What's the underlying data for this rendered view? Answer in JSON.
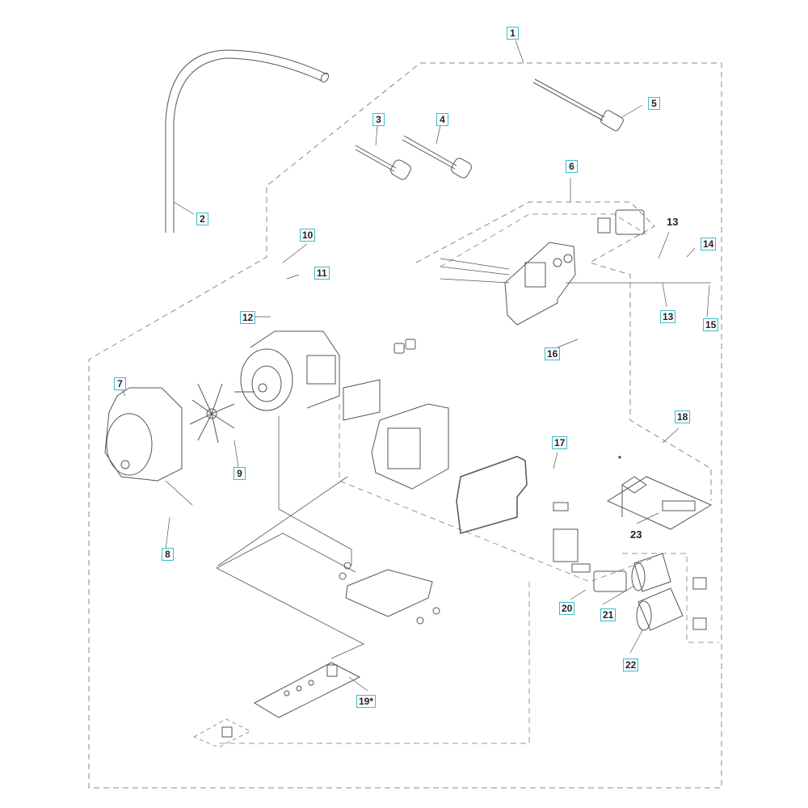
{
  "diagram": {
    "title": "Exploded parts diagram - electric motor assembly",
    "accent_color": "#3bbccc",
    "callouts": [
      {
        "id": "c1",
        "label": "1",
        "boxed": true,
        "part": "assembly-group"
      },
      {
        "id": "c2",
        "label": "2",
        "boxed": true,
        "part": "hose"
      },
      {
        "id": "c3",
        "label": "3",
        "boxed": true,
        "part": "power-cord-plug"
      },
      {
        "id": "c4",
        "label": "4",
        "boxed": true,
        "part": "power-cord-plug"
      },
      {
        "id": "c5",
        "label": "5",
        "boxed": true,
        "part": "power-cord-connector"
      },
      {
        "id": "c6",
        "label": "6",
        "boxed": true,
        "part": "switch-box-group"
      },
      {
        "id": "c7",
        "label": "7",
        "boxed": true,
        "part": "fan-cover"
      },
      {
        "id": "c8",
        "label": "8",
        "boxed": true,
        "part": "screw"
      },
      {
        "id": "c9",
        "label": "9",
        "boxed": true,
        "part": "fan"
      },
      {
        "id": "c10",
        "label": "10",
        "boxed": true,
        "part": "screw"
      },
      {
        "id": "c11",
        "label": "11",
        "boxed": true,
        "part": "lifting-eye"
      },
      {
        "id": "c12",
        "label": "12",
        "boxed": true,
        "part": "washer"
      },
      {
        "id": "c13a",
        "label": "13",
        "boxed": false,
        "part": "o-ring"
      },
      {
        "id": "c13b",
        "label": "13",
        "boxed": true,
        "part": "o-ring"
      },
      {
        "id": "c14",
        "label": "14",
        "boxed": true,
        "part": "knob"
      },
      {
        "id": "c15",
        "label": "15",
        "boxed": true,
        "part": "screw"
      },
      {
        "id": "c16",
        "label": "16",
        "boxed": true,
        "part": "screw"
      },
      {
        "id": "c17",
        "label": "17",
        "boxed": true,
        "part": "screw"
      },
      {
        "id": "c18",
        "label": "18",
        "boxed": true,
        "part": "terminal-kit-group"
      },
      {
        "id": "c19",
        "label": "19*",
        "boxed": true,
        "part": "switch-kit"
      },
      {
        "id": "c20",
        "label": "20",
        "boxed": true,
        "part": "relay"
      },
      {
        "id": "c21",
        "label": "21",
        "boxed": true,
        "part": "capacitor"
      },
      {
        "id": "c22",
        "label": "22",
        "boxed": true,
        "part": "capacitor"
      },
      {
        "id": "c23",
        "label": "23",
        "boxed": false,
        "part": "terminal-block"
      }
    ],
    "asterisk_note": "*"
  }
}
